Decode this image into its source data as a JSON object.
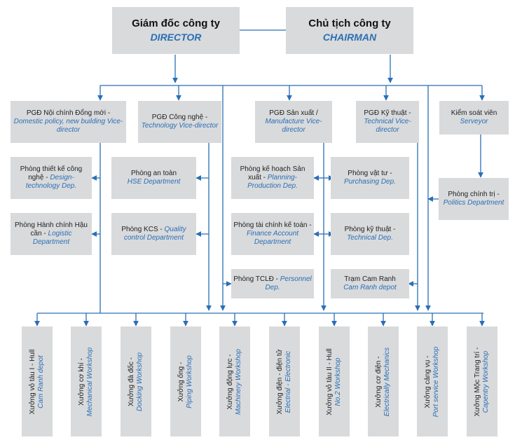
{
  "top": {
    "director": {
      "vi": "Giám đốc công ty",
      "en": "DIRECTOR"
    },
    "chairman": {
      "vi": "Chủ tịch công ty",
      "en": "CHAIRMAN"
    }
  },
  "vice": [
    {
      "vi": "PGĐ Nội chính Đổng mới - ",
      "en": "Domestic policy, new building Vice-director"
    },
    {
      "vi": "PGĐ Công nghệ - ",
      "en": "Technology Vice-director"
    },
    {
      "vi": "PGĐ Sản xuất / ",
      "en": "Manufacture Vice-director"
    },
    {
      "vi": "PGĐ Kỹ thuật - ",
      "en": "Technical Vice-director"
    },
    {
      "vi": "Kiểm soát viên",
      "en": "Serveyor"
    }
  ],
  "departments": [
    {
      "vi": "Phòng thiết kế công nghệ - ",
      "en": "Design-technology Dep."
    },
    {
      "vi": "Phòng Hành chính Hậu cần - ",
      "en": "Logistic Department"
    },
    {
      "vi": "Phòng an toàn",
      "en": "HSE Department"
    },
    {
      "vi": "Phòng KCS - ",
      "en": "Quality control Department"
    },
    {
      "vi": "Phòng kế hoạch Sản xuất - ",
      "en": "Planning-Production Dep."
    },
    {
      "vi": "Phòng tài chính kế toán - ",
      "en": "Finance Account Department"
    },
    {
      "vi": "Phòng TCLĐ - ",
      "en": "Personnel Dep."
    },
    {
      "vi": "Phòng vật tư - ",
      "en": "Purchasing Dep."
    },
    {
      "vi": "Phòng kỹ thuật - ",
      "en": "Technical Dep."
    },
    {
      "vi": "Trạm Cam Ranh",
      "en": "Cam Ranh depot"
    },
    {
      "vi": "Phòng chính trị - ",
      "en": "Politics Department"
    }
  ],
  "workshops": [
    {
      "vi": "Xưởng vỏ tàu I - Hull",
      "en": "Cam Ranh depot"
    },
    {
      "vi": "Xưởng cơ khí - ",
      "en": "Mechanical Workshop"
    },
    {
      "vi": "Xưởng đà đốc - ",
      "en": "Docking Workshop"
    },
    {
      "vi": "Xưởng ống - ",
      "en": "Piping Workshop"
    },
    {
      "vi": "Xưởng động lực - ",
      "en": "Machinery Workshop"
    },
    {
      "vi": "Xưởng điện - điện tử ",
      "en": "Electrial - Electronic"
    },
    {
      "vi": "Xưởng vỏ tàu II - Hull ",
      "en": "No.2 Workshop"
    },
    {
      "vi": "Xưởng cơ điện - ",
      "en": "Electrically Mechanics"
    },
    {
      "vi": "Xưởng cảng vụ - ",
      "en": "Port service Workshop"
    },
    {
      "vi": "Xưởng Mộc Trang trí - ",
      "en": "Capentry Workshop"
    }
  ],
  "colors": {
    "line": "#2a6fb5",
    "box": "#d9dadc",
    "english": "#2a6fb5"
  }
}
